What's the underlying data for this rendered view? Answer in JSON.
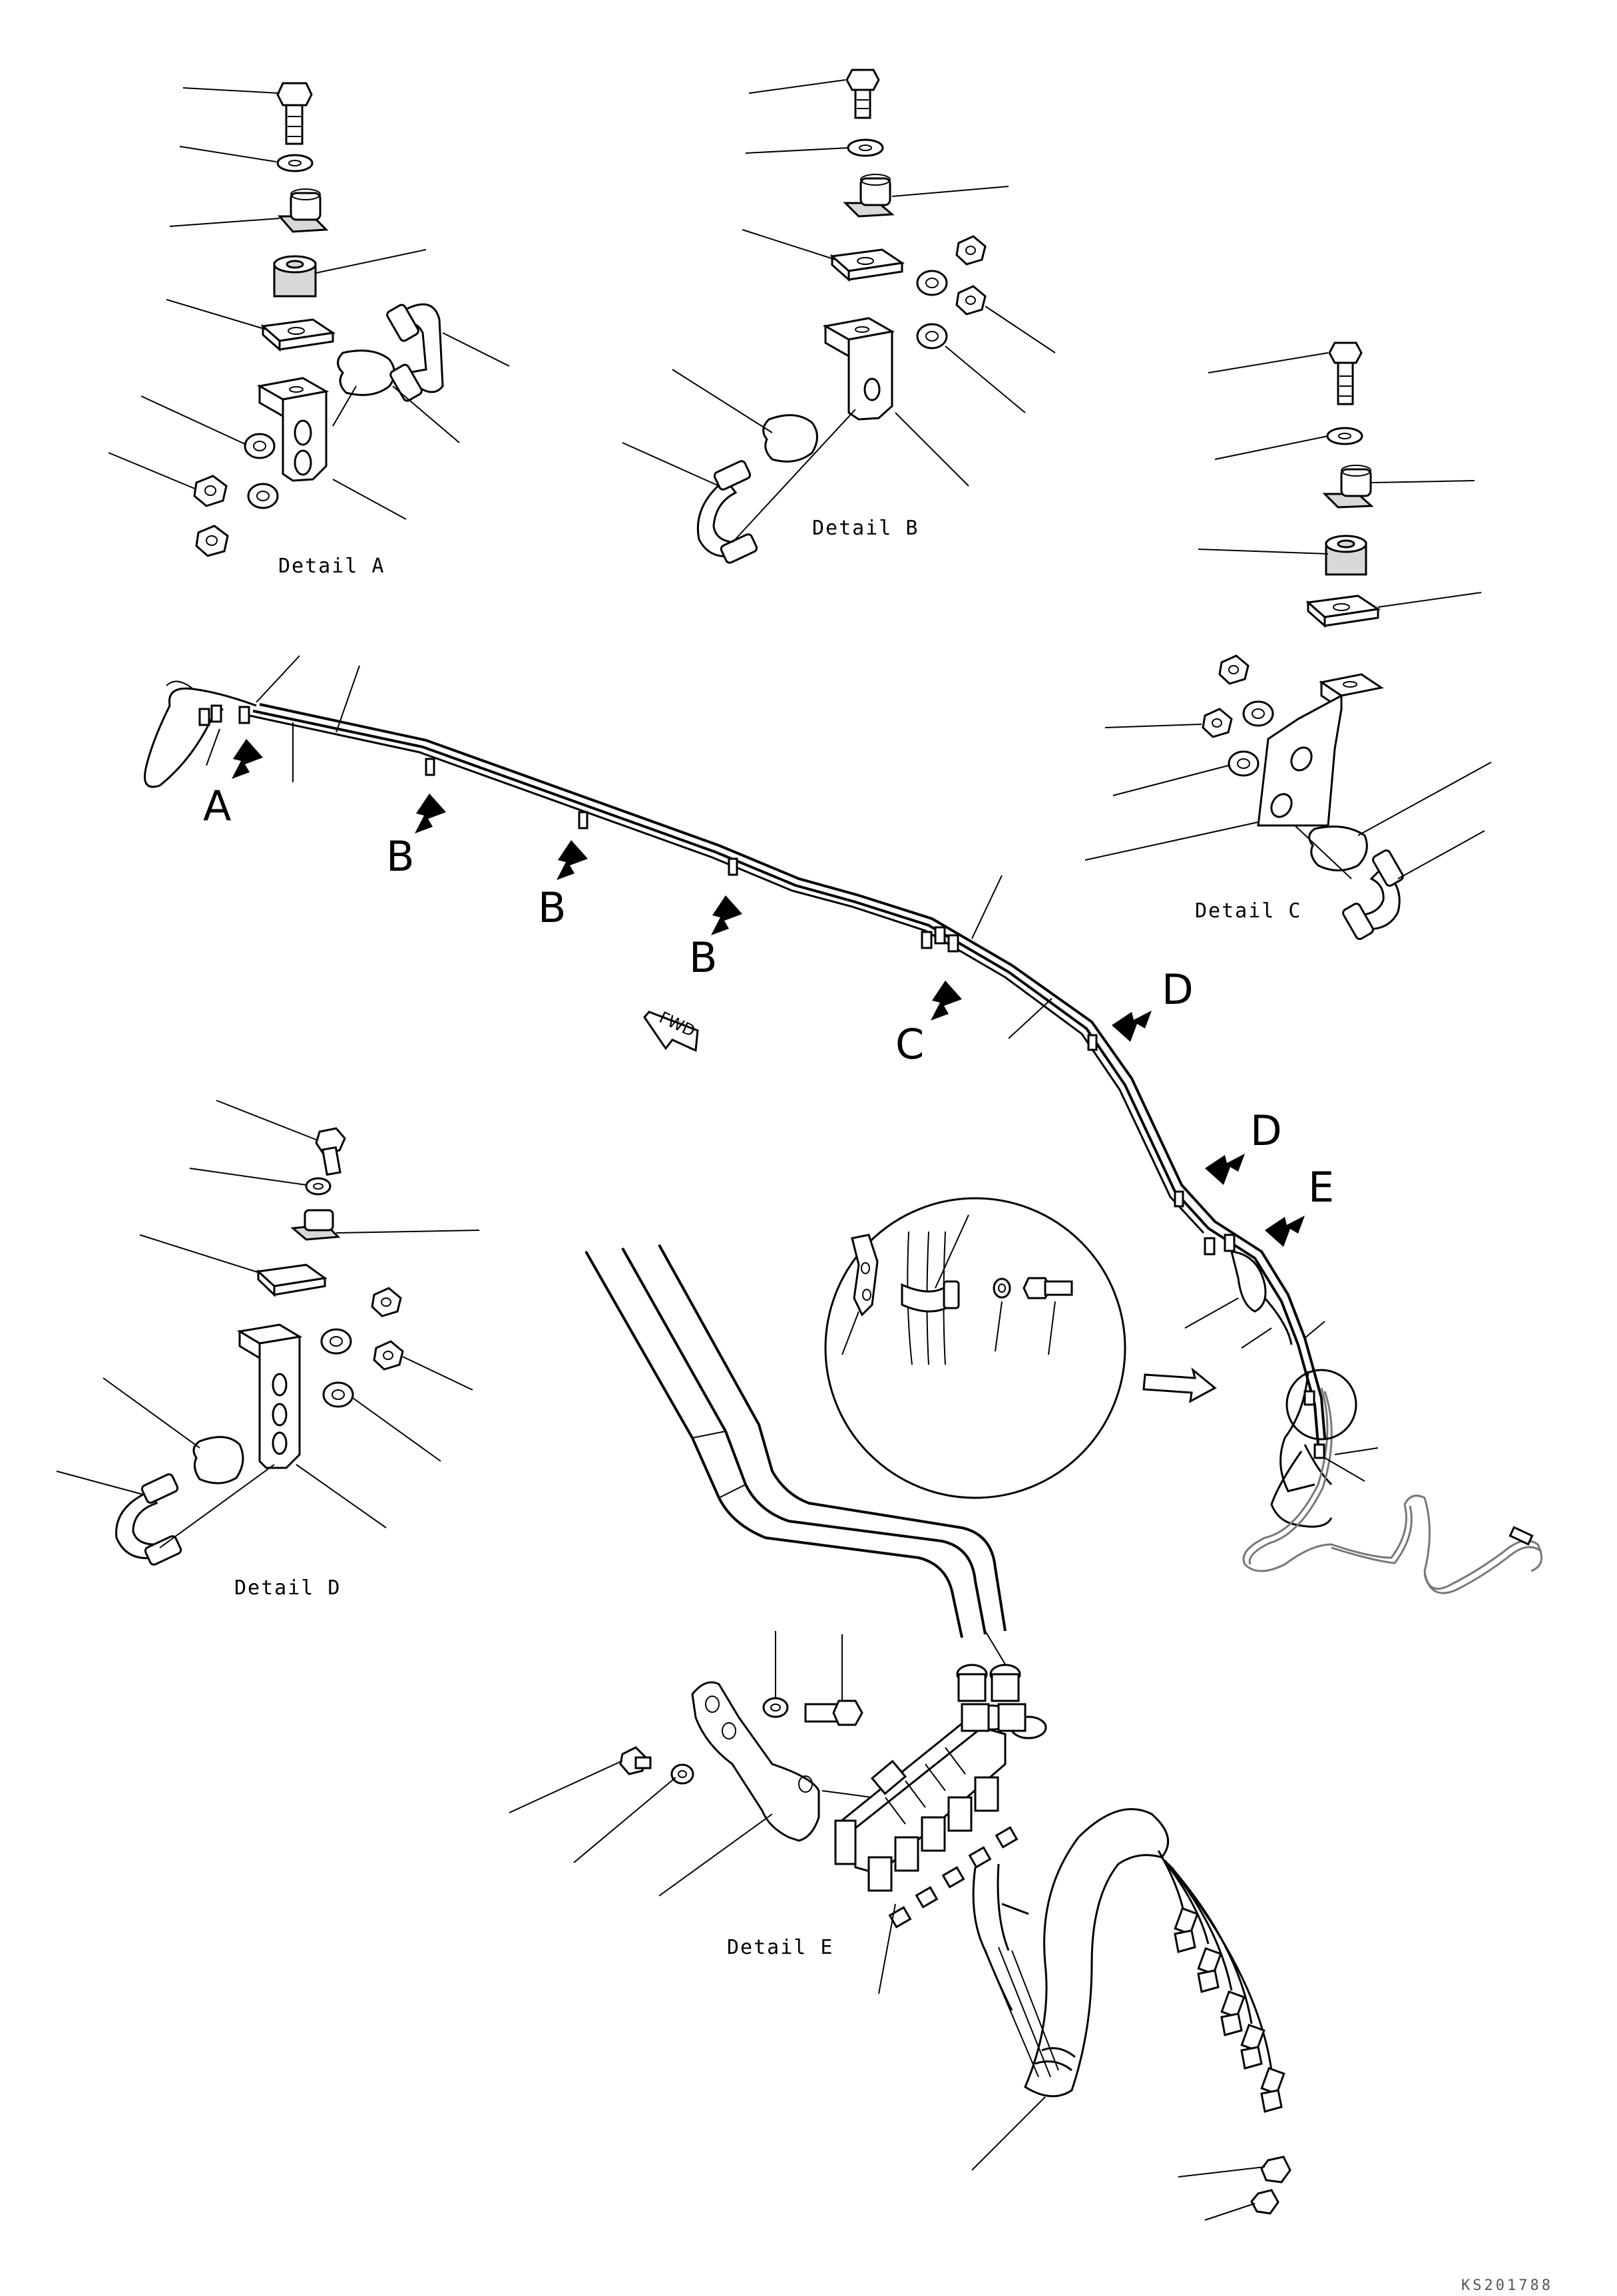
{
  "callouts": {
    "A": "A",
    "B": "B",
    "C": "C",
    "D": "D",
    "E": "E"
  },
  "details": {
    "a": "Detail A",
    "b": "Detail B",
    "c": "Detail C",
    "d": "Detail D",
    "e": "Detail E"
  },
  "fwd_label": "FWD",
  "drawing_code": "KS201788",
  "colors": {
    "ink": "#000000",
    "paper": "#ffffff",
    "light_tube": "#777777"
  }
}
